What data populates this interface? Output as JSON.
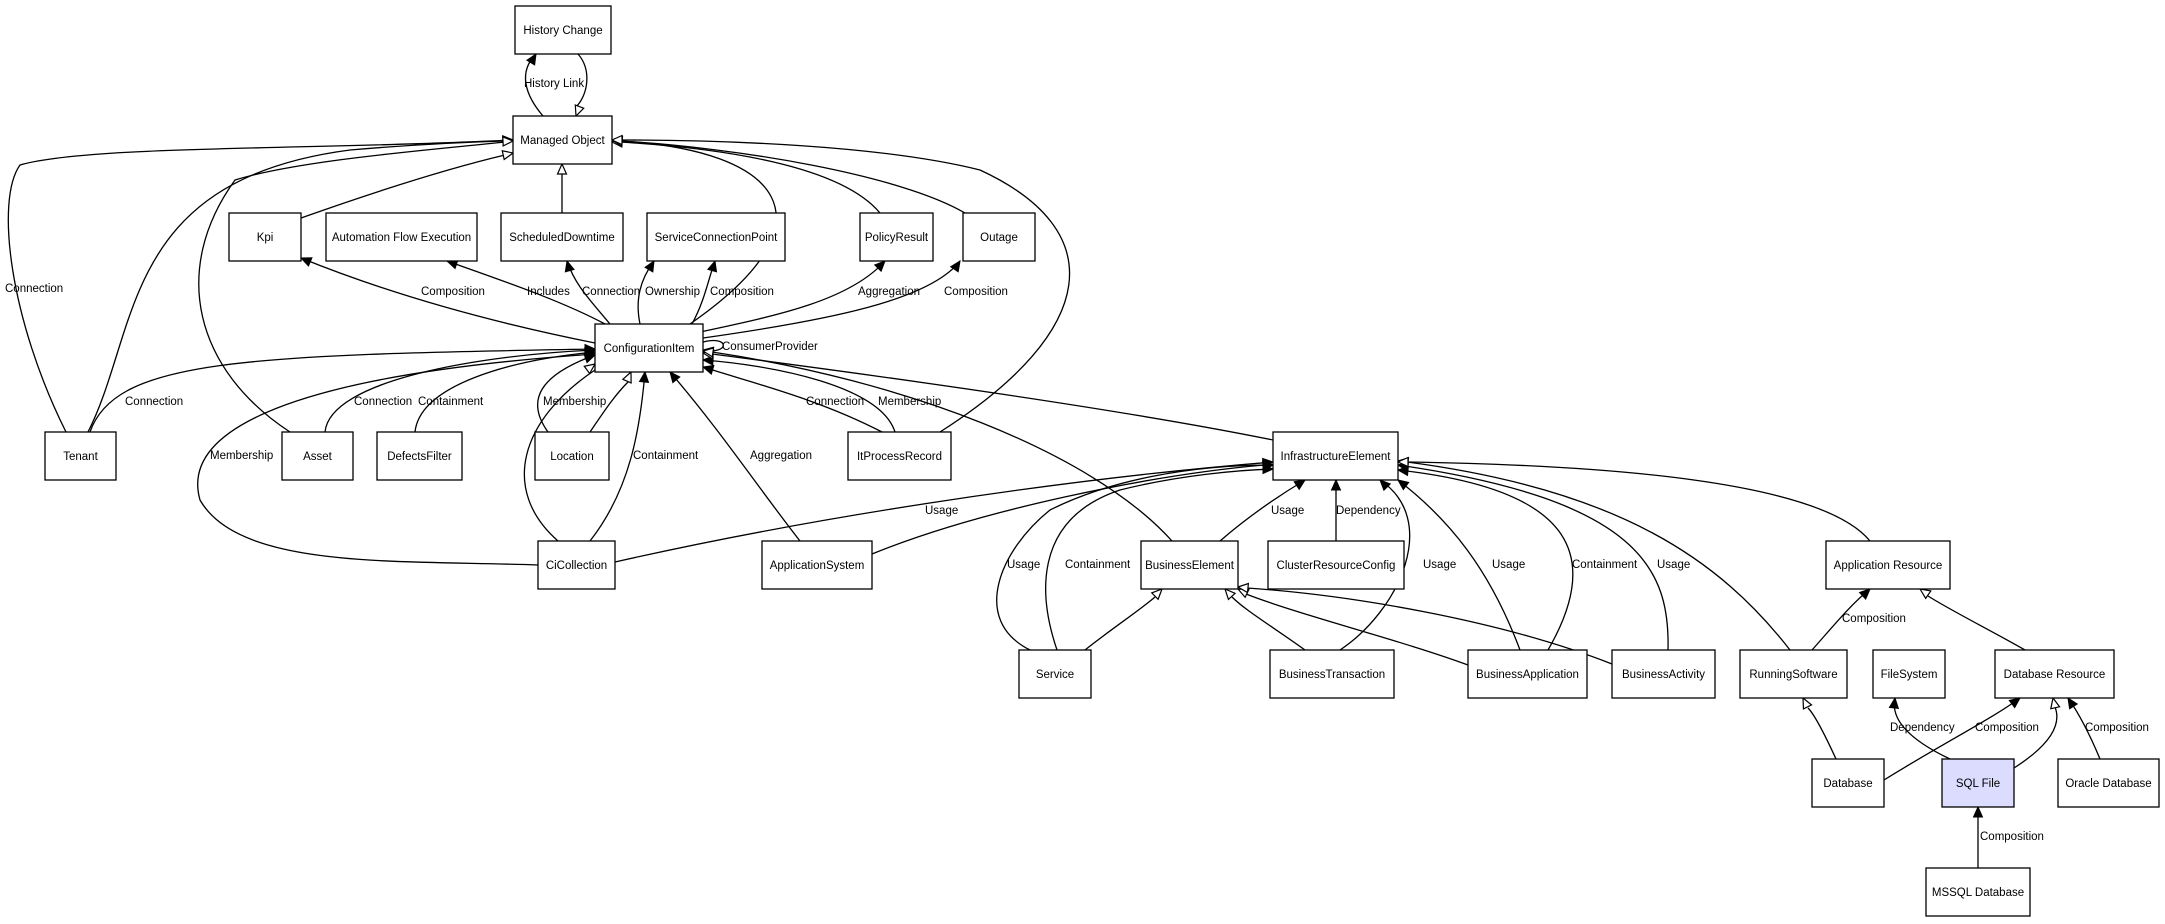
{
  "nodes": [
    {
      "id": "history_change",
      "label": "History Change"
    },
    {
      "id": "managed_object",
      "label": "Managed Object"
    },
    {
      "id": "kpi",
      "label": "Kpi"
    },
    {
      "id": "automation",
      "label": "Automation Flow Execution"
    },
    {
      "id": "scheduled",
      "label": "ScheduledDowntime"
    },
    {
      "id": "scp",
      "label": "ServiceConnectionPoint"
    },
    {
      "id": "policy",
      "label": "PolicyResult"
    },
    {
      "id": "outage",
      "label": "Outage"
    },
    {
      "id": "ci",
      "label": "ConfigurationItem"
    },
    {
      "id": "tenant",
      "label": "Tenant"
    },
    {
      "id": "asset",
      "label": "Asset"
    },
    {
      "id": "defects",
      "label": "DefectsFilter"
    },
    {
      "id": "location",
      "label": "Location"
    },
    {
      "id": "itprocess",
      "label": "ItProcessRecord"
    },
    {
      "id": "infra",
      "label": "InfrastructureElement"
    },
    {
      "id": "cicollection",
      "label": "CiCollection"
    },
    {
      "id": "appsystem",
      "label": "ApplicationSystem"
    },
    {
      "id": "bizelement",
      "label": "BusinessElement"
    },
    {
      "id": "clusterconf",
      "label": "ClusterResourceConfig"
    },
    {
      "id": "appresource",
      "label": "Application Resource"
    },
    {
      "id": "service",
      "label": "Service"
    },
    {
      "id": "biztx",
      "label": "BusinessTransaction"
    },
    {
      "id": "bizapp",
      "label": "BusinessApplication"
    },
    {
      "id": "bizact",
      "label": "BusinessActivity"
    },
    {
      "id": "runsw",
      "label": "RunningSoftware"
    },
    {
      "id": "filesystem",
      "label": "FileSystem"
    },
    {
      "id": "dbresource",
      "label": "Database Resource"
    },
    {
      "id": "database",
      "label": "Database"
    },
    {
      "id": "sqlfile",
      "label": "SQL File"
    },
    {
      "id": "oracledb",
      "label": "Oracle Database"
    },
    {
      "id": "mssqldb",
      "label": "MSSQL Database"
    }
  ],
  "edges": [
    {
      "id": "e_hist_link",
      "label": "History Link",
      "arrow": "filled"
    },
    {
      "id": "e_hist_gen",
      "label": "",
      "arrow": "hollow"
    },
    {
      "id": "e_kpi_mo",
      "label": "",
      "arrow": "hollow"
    },
    {
      "id": "e_sched_mo",
      "label": "",
      "arrow": "hollow"
    },
    {
      "id": "e_policy_mo",
      "label": "",
      "arrow": "hollow"
    },
    {
      "id": "e_outage_mo",
      "label": "",
      "arrow": "hollow"
    },
    {
      "id": "e_ci_mo",
      "label": "",
      "arrow": "hollow"
    },
    {
      "id": "e_tenant_mo_conn",
      "label": "Connection",
      "arrow": "filled"
    },
    {
      "id": "e_tenant_mo",
      "label": "",
      "arrow": "hollow"
    },
    {
      "id": "e_asset_mo",
      "label": "",
      "arrow": "hollow"
    },
    {
      "id": "e_itproc_mo",
      "label": "",
      "arrow": "hollow"
    },
    {
      "id": "e_ci_kpi",
      "label": "Composition",
      "arrow": "filled"
    },
    {
      "id": "e_ci_auto",
      "label": "Includes",
      "arrow": "filled"
    },
    {
      "id": "e_ci_sched",
      "label": "Connection",
      "arrow": "filled"
    },
    {
      "id": "e_ci_scp_own",
      "label": "Ownership",
      "arrow": "filled"
    },
    {
      "id": "e_ci_scp_comp",
      "label": "Composition",
      "arrow": "filled"
    },
    {
      "id": "e_ci_policy",
      "label": "Aggregation",
      "arrow": "filled"
    },
    {
      "id": "e_ci_outage",
      "label": "Composition",
      "arrow": "filled"
    },
    {
      "id": "e_ci_self",
      "label": "ConsumerProvider",
      "arrow": "filled"
    },
    {
      "id": "e_tenant_ci",
      "label": "Connection",
      "arrow": "filled"
    },
    {
      "id": "e_asset_ci",
      "label": "Connection",
      "arrow": "filled"
    },
    {
      "id": "e_defects_ci",
      "label": "Containment",
      "arrow": "filled"
    },
    {
      "id": "e_location_ci_mem",
      "label": "Membership",
      "arrow": "filled"
    },
    {
      "id": "e_location_ci",
      "label": "",
      "arrow": "hollow"
    },
    {
      "id": "e_itproc_ci_conn",
      "label": "Connection",
      "arrow": "filled"
    },
    {
      "id": "e_itproc_ci_mem",
      "label": "Membership",
      "arrow": "filled"
    },
    {
      "id": "e_infra_ci",
      "label": "",
      "arrow": "hollow"
    },
    {
      "id": "e_cicoll_ci_mem",
      "label": "Membership",
      "arrow": "filled"
    },
    {
      "id": "e_cicoll_ci_gen",
      "label": "",
      "arrow": "hollow"
    },
    {
      "id": "e_cicoll_ci_cont",
      "label": "Containment",
      "arrow": "filled"
    },
    {
      "id": "e_appsys_ci",
      "label": "Aggregation",
      "arrow": "filled"
    },
    {
      "id": "e_bizel_ci",
      "label": "",
      "arrow": "hollow"
    },
    {
      "id": "e_cicoll_infra",
      "label": "Usage",
      "arrow": "filled"
    },
    {
      "id": "e_appsys_infra",
      "label": "",
      "arrow": "hollow"
    },
    {
      "id": "e_bizel_infra",
      "label": "Usage",
      "arrow": "filled"
    },
    {
      "id": "e_cluster_infra",
      "label": "Dependency",
      "arrow": "filled"
    },
    {
      "id": "e_service_infra_usage",
      "label": "Usage",
      "arrow": "filled"
    },
    {
      "id": "e_service_infra_cont",
      "label": "Containment",
      "arrow": "filled"
    },
    {
      "id": "e_biztx_infra",
      "label": "Usage",
      "arrow": "filled"
    },
    {
      "id": "e_bizapp_infra_usage",
      "label": "Usage",
      "arrow": "filled"
    },
    {
      "id": "e_bizapp_infra_cont",
      "label": "Containment",
      "arrow": "filled"
    },
    {
      "id": "e_bizact_infra",
      "label": "Usage",
      "arrow": "filled"
    },
    {
      "id": "e_runsw_infra",
      "label": "",
      "arrow": "hollow"
    },
    {
      "id": "e_appres_infra",
      "label": "",
      "arrow": "hollow"
    },
    {
      "id": "e_service_bizel",
      "label": "",
      "arrow": "hollow"
    },
    {
      "id": "e_biztx_bizel",
      "label": "",
      "arrow": "hollow"
    },
    {
      "id": "e_bizapp_bizel",
      "label": "",
      "arrow": "hollow"
    },
    {
      "id": "e_bizact_bizel",
      "label": "",
      "arrow": "hollow"
    },
    {
      "id": "e_runsw_appres",
      "label": "Composition",
      "arrow": "filled"
    },
    {
      "id": "e_dbres_appres",
      "label": "",
      "arrow": "hollow"
    },
    {
      "id": "e_database_runsw",
      "label": "",
      "arrow": "hollow"
    },
    {
      "id": "e_database_dbres",
      "label": "Composition",
      "arrow": "filled"
    },
    {
      "id": "e_sql_fs",
      "label": "Dependency",
      "arrow": "filled"
    },
    {
      "id": "e_sql_dbres",
      "label": "",
      "arrow": "hollow"
    },
    {
      "id": "e_oracle_dbres",
      "label": "Composition",
      "arrow": "filled"
    },
    {
      "id": "e_mssql_sql",
      "label": "Composition",
      "arrow": "filled"
    }
  ],
  "colors": {
    "highlight_fill": "#dcdcff",
    "default_fill": "#ffffff",
    "stroke": "#000000"
  }
}
